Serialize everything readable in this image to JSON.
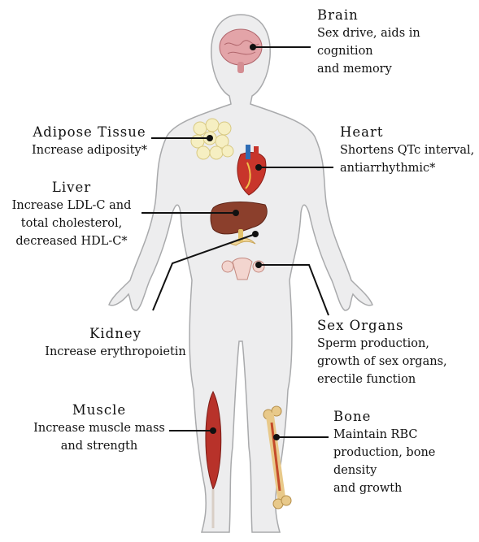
{
  "labels": {
    "brain": {
      "title": "Brain",
      "lines": [
        "Sex drive, aids in cognition",
        "and memory"
      ]
    },
    "adipose": {
      "title": "Adipose Tissue",
      "lines": [
        "Increase adiposity*"
      ]
    },
    "heart": {
      "title": "Heart",
      "lines": [
        "Shortens QTc interval,",
        "antiarrhythmic*"
      ]
    },
    "liver": {
      "title": "Liver",
      "lines": [
        "Increase LDL-C and",
        "total cholesterol,",
        "decreased HDL-C*"
      ]
    },
    "kidney": {
      "title": "Kidney",
      "lines": [
        "Increase erythropoietin"
      ]
    },
    "sex": {
      "title": "Sex Organs",
      "lines": [
        "Sperm production,",
        "growth of sex organs,",
        "erectile function"
      ]
    },
    "muscle": {
      "title": "Muscle",
      "lines": [
        "Increase muscle mass",
        "and strength"
      ]
    },
    "bone": {
      "title": "Bone",
      "lines": [
        "Maintain RBC",
        "production, bone density",
        "and growth"
      ]
    }
  },
  "colors": {
    "body_fill": "#ededee",
    "body_stroke": "#a9aaac",
    "leader": "#111111",
    "brain": "#e3a4a8",
    "fat": "#f6efc2",
    "heart": "#c8352b",
    "vessel_blue": "#2f6db5",
    "liver": "#8b3f2c",
    "gland": "#f1d79a",
    "muscle": "#b8322a",
    "bone": "#e8c98a"
  }
}
